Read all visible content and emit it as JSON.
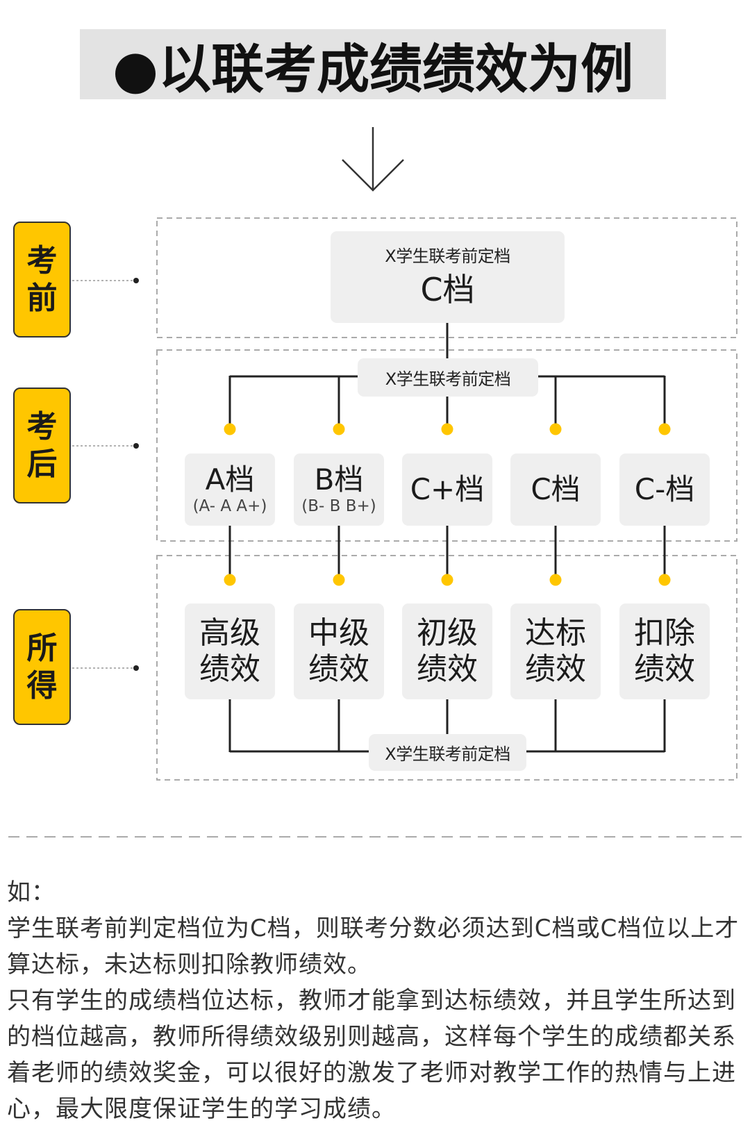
{
  "title": "●以联考成绩绩效为例",
  "colors": {
    "stage_label": "#ffc600",
    "connector_dot": "#ffc600",
    "card": "#efefef",
    "title_background": "#e3e3e3"
  },
  "icons": {
    "flow_arrow": "down-arrow-icon"
  },
  "stages": [
    {
      "line1": "考",
      "line2": "前"
    },
    {
      "line1": "考",
      "line2": "后"
    },
    {
      "line1": "所",
      "line2": "得"
    }
  ],
  "top_card": {
    "caption": "X学生联考前定档",
    "grade": "C档"
  },
  "middle_connector_label": "X学生联考前定档",
  "grades": [
    {
      "label": "A档",
      "sub": "(A- A A+)"
    },
    {
      "label": "B档",
      "sub": "(B- B B+)"
    },
    {
      "label": "C+档"
    },
    {
      "label": "C档"
    },
    {
      "label": "C-档"
    }
  ],
  "results": [
    {
      "line1": "高级",
      "line2": "绩效"
    },
    {
      "line1": "中级",
      "line2": "绩效"
    },
    {
      "line1": "初级",
      "line2": "绩效"
    },
    {
      "line1": "达标",
      "line2": "绩效"
    },
    {
      "line1": "扣除",
      "line2": "绩效"
    }
  ],
  "bottom_connector_label": "X学生联考前定档",
  "note": {
    "lines": [
      "如：",
      "学生联考前判定档位为C档，则联考分数必须达到C档或C档位以上才",
      "算达标，未达标则扣除教师绩效。",
      "只有学生的成绩档位达标，教师才能拿到达标绩效，并且学生所达到",
      "的档位越高，教师所得绩效级别则越高，这样每个学生的成绩都关系",
      "着老师的绩效奖金，可以很好的激发了老师对教学工作的热情与上进",
      "心，最大限度保证学生的学习成绩。"
    ]
  }
}
